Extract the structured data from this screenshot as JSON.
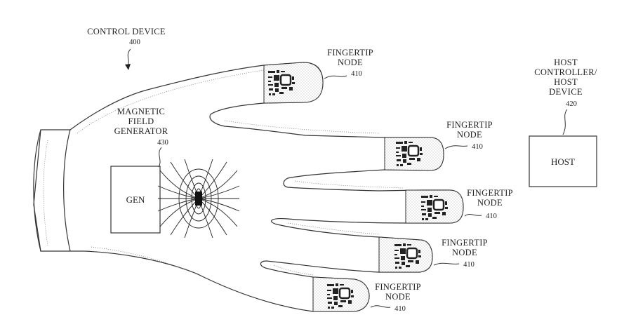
{
  "labels": {
    "control_device": {
      "text": "CONTROL DEVICE",
      "num": "400"
    },
    "magnetic_field_generator": {
      "lines": [
        "MAGNETIC",
        "FIELD",
        "GENERATOR"
      ],
      "num": "430"
    },
    "host_controller": {
      "lines": [
        "HOST",
        "CONTROLLER/",
        "HOST",
        "DEVICE"
      ],
      "num": "420"
    },
    "fingertip_nodes": [
      {
        "lines": [
          "FINGERTIP",
          "NODE"
        ],
        "num": "410"
      },
      {
        "lines": [
          "FINGERTIP",
          "NODE"
        ],
        "num": "410"
      },
      {
        "lines": [
          "FINGERTIP",
          "NODE"
        ],
        "num": "410"
      },
      {
        "lines": [
          "FINGERTIP",
          "NODE"
        ],
        "num": "410"
      },
      {
        "lines": [
          "FINGERTIP",
          "NODE"
        ],
        "num": "410"
      }
    ]
  },
  "boxes": {
    "gen": "GEN",
    "host": "HOST"
  }
}
